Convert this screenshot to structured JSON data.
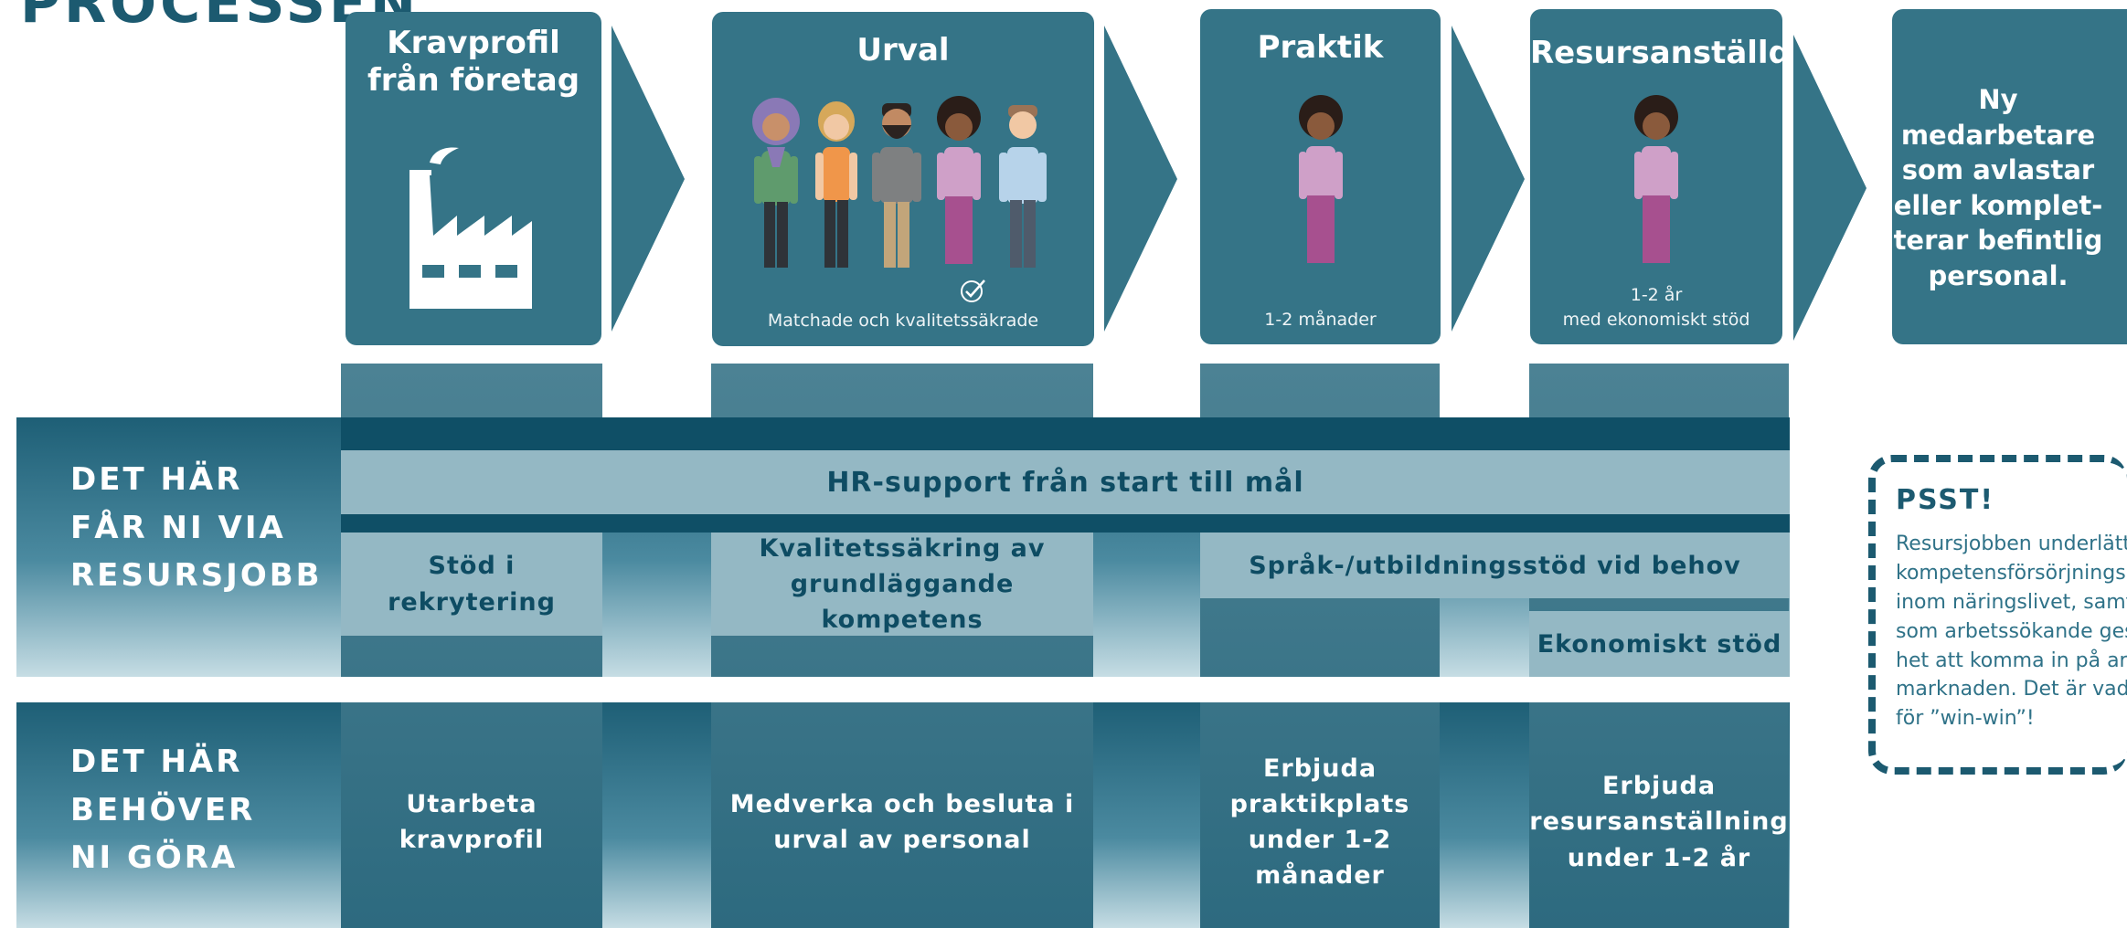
{
  "heading": "PROCESSEN",
  "steps": [
    {
      "title_line1": "Kravprofil",
      "title_line2": "från företag",
      "caption": ""
    },
    {
      "title_line1": "Urval",
      "title_line2": "",
      "caption": "Matchade och kvalitetssäkrade"
    },
    {
      "title_line1": "Praktik",
      "title_line2": "",
      "caption": "1-2 månader"
    },
    {
      "title_line1": "Resursanställd",
      "title_line2": "",
      "caption_line1": "1-2 år",
      "caption_line2": "med ekonomiskt stöd"
    },
    {
      "lines": [
        "Ny medarbetare",
        "som avlastar",
        "eller komplet-",
        "terar befintlig",
        "personal."
      ]
    }
  ],
  "row1": {
    "label": [
      "DET HÄR",
      "FÅR NI VIA",
      "RESURSJOBB"
    ],
    "hr_support": "HR-support från start till mål",
    "stod_rekrytering": [
      "Stöd i",
      "rekrytering"
    ],
    "kvalitetssakring": [
      "Kvalitetssäkring av",
      "grundläggande kompetens"
    ],
    "sprakstod": "Språk-/utbildningsstöd vid behov",
    "ekonomiskt_stod": "Ekonomiskt stöd"
  },
  "row2": {
    "label": [
      "DET HÄR",
      "BEHÖVER",
      "NI GÖRA"
    ],
    "tasks": [
      [
        "Utarbeta",
        "kravprofil"
      ],
      [
        "Medverka och besluta i",
        "urval av personal"
      ],
      [
        "Erbjuda",
        "praktikplats",
        "under 1-2",
        "månader"
      ],
      [
        "Erbjuda",
        "resursanställning",
        "under 1-2 år"
      ]
    ]
  },
  "psst": {
    "title": "PSST!",
    "lines": [
      "Resursjobben underlätt",
      "kompetensförsörjnings",
      "inom näringslivet, samt",
      "som arbetssökande ges",
      "het att komma in på arb",
      "marknaden. Det är vad v",
      "för ”win-win”!"
    ]
  },
  "colors": {
    "card": "#357487",
    "dark": "#0f4f66",
    "support": "#94b8c4",
    "heading": "#1c5a70"
  }
}
